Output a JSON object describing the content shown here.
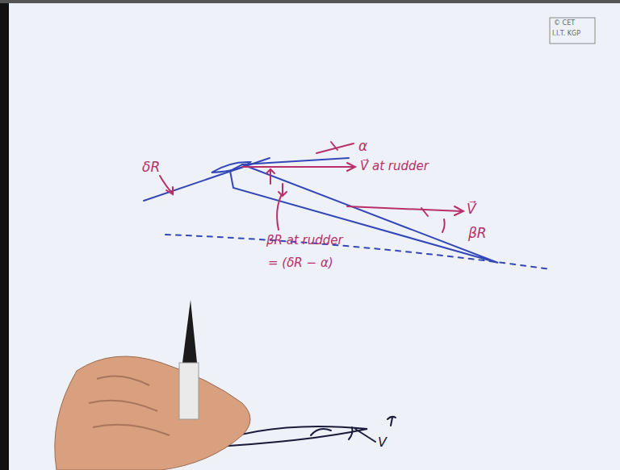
{
  "diagram": {
    "labels": [
      "© CET",
      "I.I.T. KGP",
      "δR",
      "α",
      "V⃗ at rudder",
      "V⃗",
      "βR",
      "βR at rudder",
      "= (δR − α)",
      "V"
    ]
  }
}
